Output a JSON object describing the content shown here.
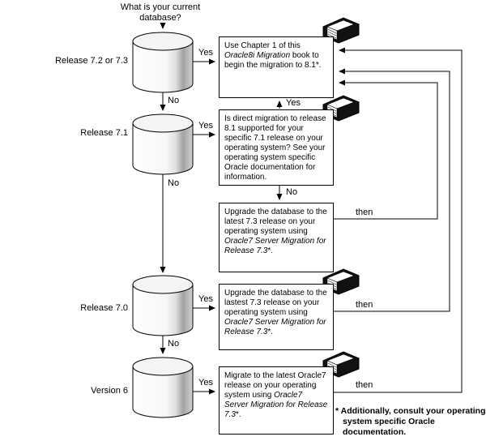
{
  "title": "What is your current database?",
  "labels": {
    "yes": "Yes",
    "no": "No",
    "then": "then"
  },
  "databases": [
    {
      "label": "Release 7.2 or 7.3"
    },
    {
      "label": "Release 7.1"
    },
    {
      "label": "Release 7.0"
    },
    {
      "label": "Version 6"
    }
  ],
  "boxes": {
    "box1": {
      "p1": "Use Chapter 1 of this ",
      "p2": "Oracle8i Migration",
      "p3": " book to begin the migration to 8.1*."
    },
    "box2": {
      "p1": "Is direct migration to release 8.1 supported for your specific 7.1 release on your operating system? See your operating system specific Oracle documentation for information."
    },
    "box3": {
      "p1": "Upgrade the database to the latest 7.3 release on your operating system using ",
      "p2": "Oracle7 Server Migration for Release 7.3",
      "p3": "*."
    },
    "box4": {
      "p1": "Upgrade the database to the lastest 7.3 release on your operating system using ",
      "p2": "Oracle7 Server Migration for Release 7.3",
      "p3": "*."
    },
    "box5": {
      "p1": "Migrate to the latest Oracle7 release on your operating system using ",
      "p2": "Oracle7 Server Migration for Release 7.3",
      "p3": "*."
    }
  },
  "footnote": "* Additionally, consult your operating system specific Oracle documentation."
}
